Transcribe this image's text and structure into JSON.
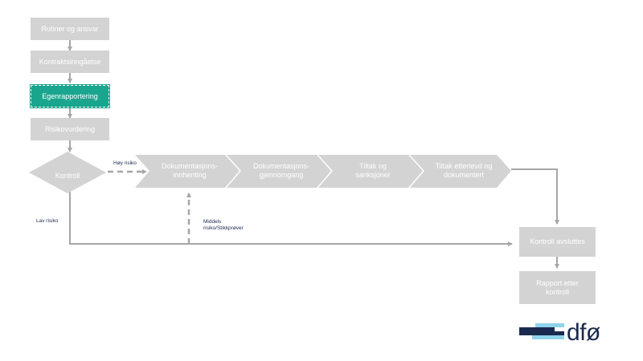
{
  "flow": {
    "steps": [
      {
        "label": "Rutiner og ansvar"
      },
      {
        "label": "Kontraktsinngåelse"
      },
      {
        "label": "Egenrapportering"
      },
      {
        "label": "Risikovurdering"
      }
    ],
    "decision": {
      "label": "Kontroll"
    },
    "chevrons": [
      {
        "label": "Dokumentasjons-\ninnhenting"
      },
      {
        "label": "Dokumentasjons-\ngjennomgang"
      },
      {
        "label": "Tiltak og\nsanksjoner"
      },
      {
        "label": "Tiltak etterlevd og\ndokumentert"
      }
    ],
    "end_steps": [
      {
        "label": "Kontroll avsluttes"
      },
      {
        "label": "Rapport etter\nkontroll"
      }
    ],
    "edge_labels": {
      "high_risk": "Høy risiko",
      "low_risk": "Lav risiko",
      "medium_risk": "Middels\nrisiko/Stikkprøver"
    }
  },
  "logo": {
    "text": "dfø"
  },
  "colors": {
    "box": "#d3d3d3",
    "active": "#1aa58e",
    "connector": "#a6a6a6",
    "label": "#1a2a4f",
    "logo_dark": "#1a2a4f",
    "logo_light": "#8fd3ea"
  }
}
